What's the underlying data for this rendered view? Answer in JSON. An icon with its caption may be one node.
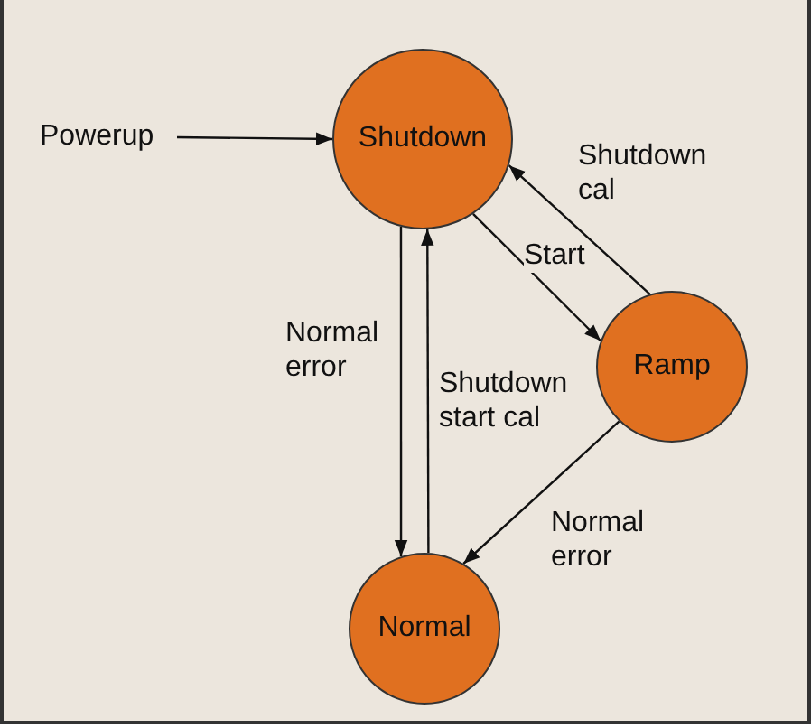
{
  "diagram": {
    "nodes": [
      {
        "text": [
          "Shutdown"
        ]
      },
      {
        "text": [
          "Ramp"
        ]
      },
      {
        "text": [
          "Normal"
        ]
      },
      {
        "text": [
          "Powerup"
        ]
      }
    ],
    "edges": [
      {
        "from": 3,
        "to": 0,
        "arrow": "to"
      },
      {
        "from": 0,
        "to": 1,
        "arrow": "to",
        "label": "Start"
      },
      {
        "from": 1,
        "to": 0,
        "arrow": "to",
        "label": "Shutdown cal"
      },
      {
        "from": 0,
        "to": 2,
        "arrow": "to",
        "label": "Normal error"
      },
      {
        "from": 2,
        "to": 0,
        "arrow": "to",
        "label": "Shutdown start cal"
      },
      {
        "from": 1,
        "to": 2,
        "arrow": "to",
        "label": "Normal error"
      }
    ]
  }
}
